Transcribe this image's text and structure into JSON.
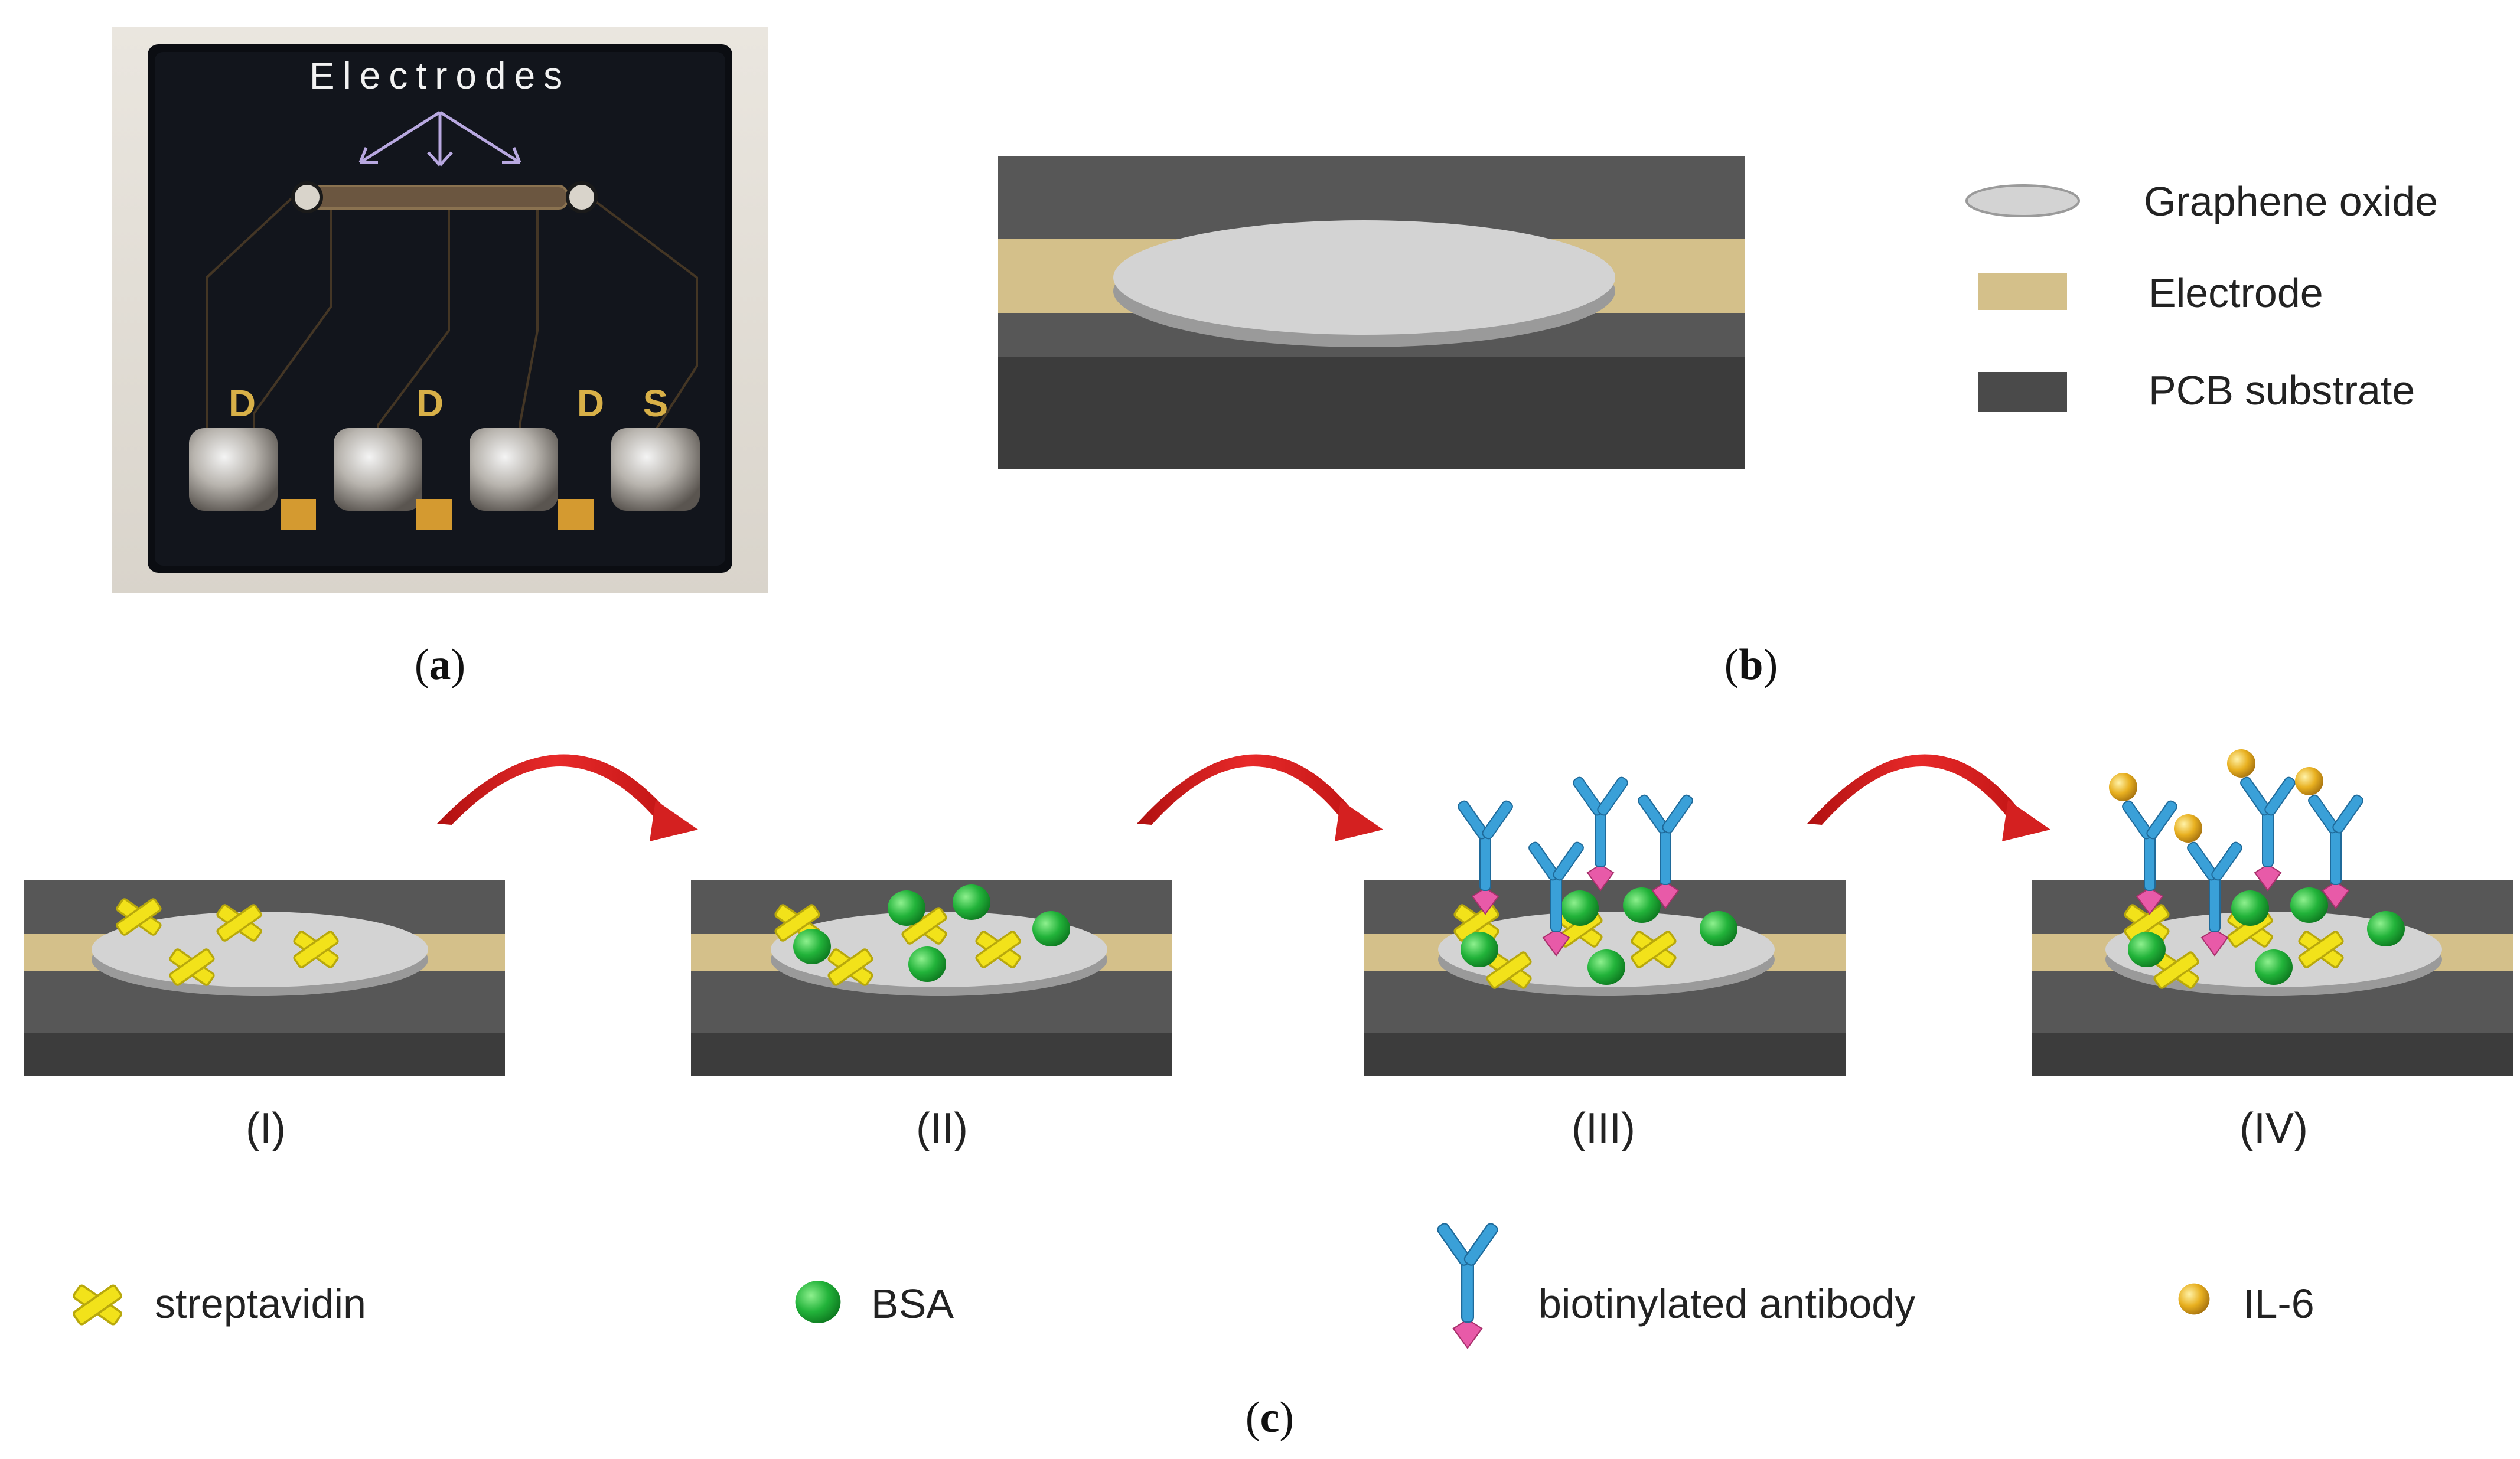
{
  "panel_a": {
    "electrodes_label": "Electrodes",
    "pad_labels": [
      "D",
      "D",
      "D",
      "S"
    ],
    "caption_letter": "a"
  },
  "panel_b": {
    "legend": [
      {
        "label": "Graphene oxide",
        "color": "#d3d3d3"
      },
      {
        "label": "Electrode",
        "color": "#d4c08a"
      },
      {
        "label": "PCB substrate",
        "color": "#4a4a4a"
      }
    ],
    "caption_letter": "b"
  },
  "panel_c": {
    "stages": [
      "(I)",
      "(II)",
      "(III)",
      "(IV)"
    ],
    "legend": [
      {
        "label": "streptavidin",
        "icon": "streptavidin-cross-icon",
        "color": "#f2e21a"
      },
      {
        "label": "BSA",
        "icon": "bsa-sphere-icon",
        "color": "#22b33a"
      },
      {
        "label": "biotinylated antibody",
        "icon": "antibody-y-icon",
        "color": "#3aa0d8"
      },
      {
        "label": "IL-6",
        "icon": "il6-sphere-icon",
        "color": "#e8b020"
      }
    ],
    "caption_letter": "c"
  },
  "colors": {
    "substrate_top": "#575757",
    "substrate_side": "#3c3c3c",
    "electrode": "#d4c08a",
    "graphene_top": "#d3d3d3",
    "graphene_edge": "#9a9a9a",
    "arrow": "#d42020",
    "biotin": "#e85aa8"
  }
}
